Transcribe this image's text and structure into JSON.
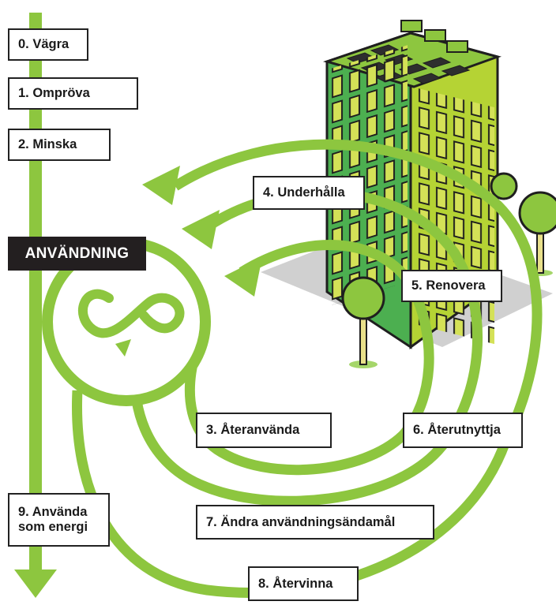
{
  "colors": {
    "green": "#8dc63f",
    "building_dark": "#4caf50",
    "building_light": "#b5d334",
    "outline": "#222222"
  },
  "center_label": "ANVÄNDNING",
  "steps": [
    {
      "label": "0. Vägra"
    },
    {
      "label": "1. Ompröva"
    },
    {
      "label": "2. Minska"
    },
    {
      "label": "3. Återanvända"
    },
    {
      "label": "4. Underhålla"
    },
    {
      "label": "5. Renovera"
    },
    {
      "label": "6. Återutnyttja"
    },
    {
      "label": "7. Ändra användningsändamål"
    },
    {
      "label": "8. Återvinna"
    },
    {
      "label": "9. Använda\nsom energi"
    }
  ]
}
